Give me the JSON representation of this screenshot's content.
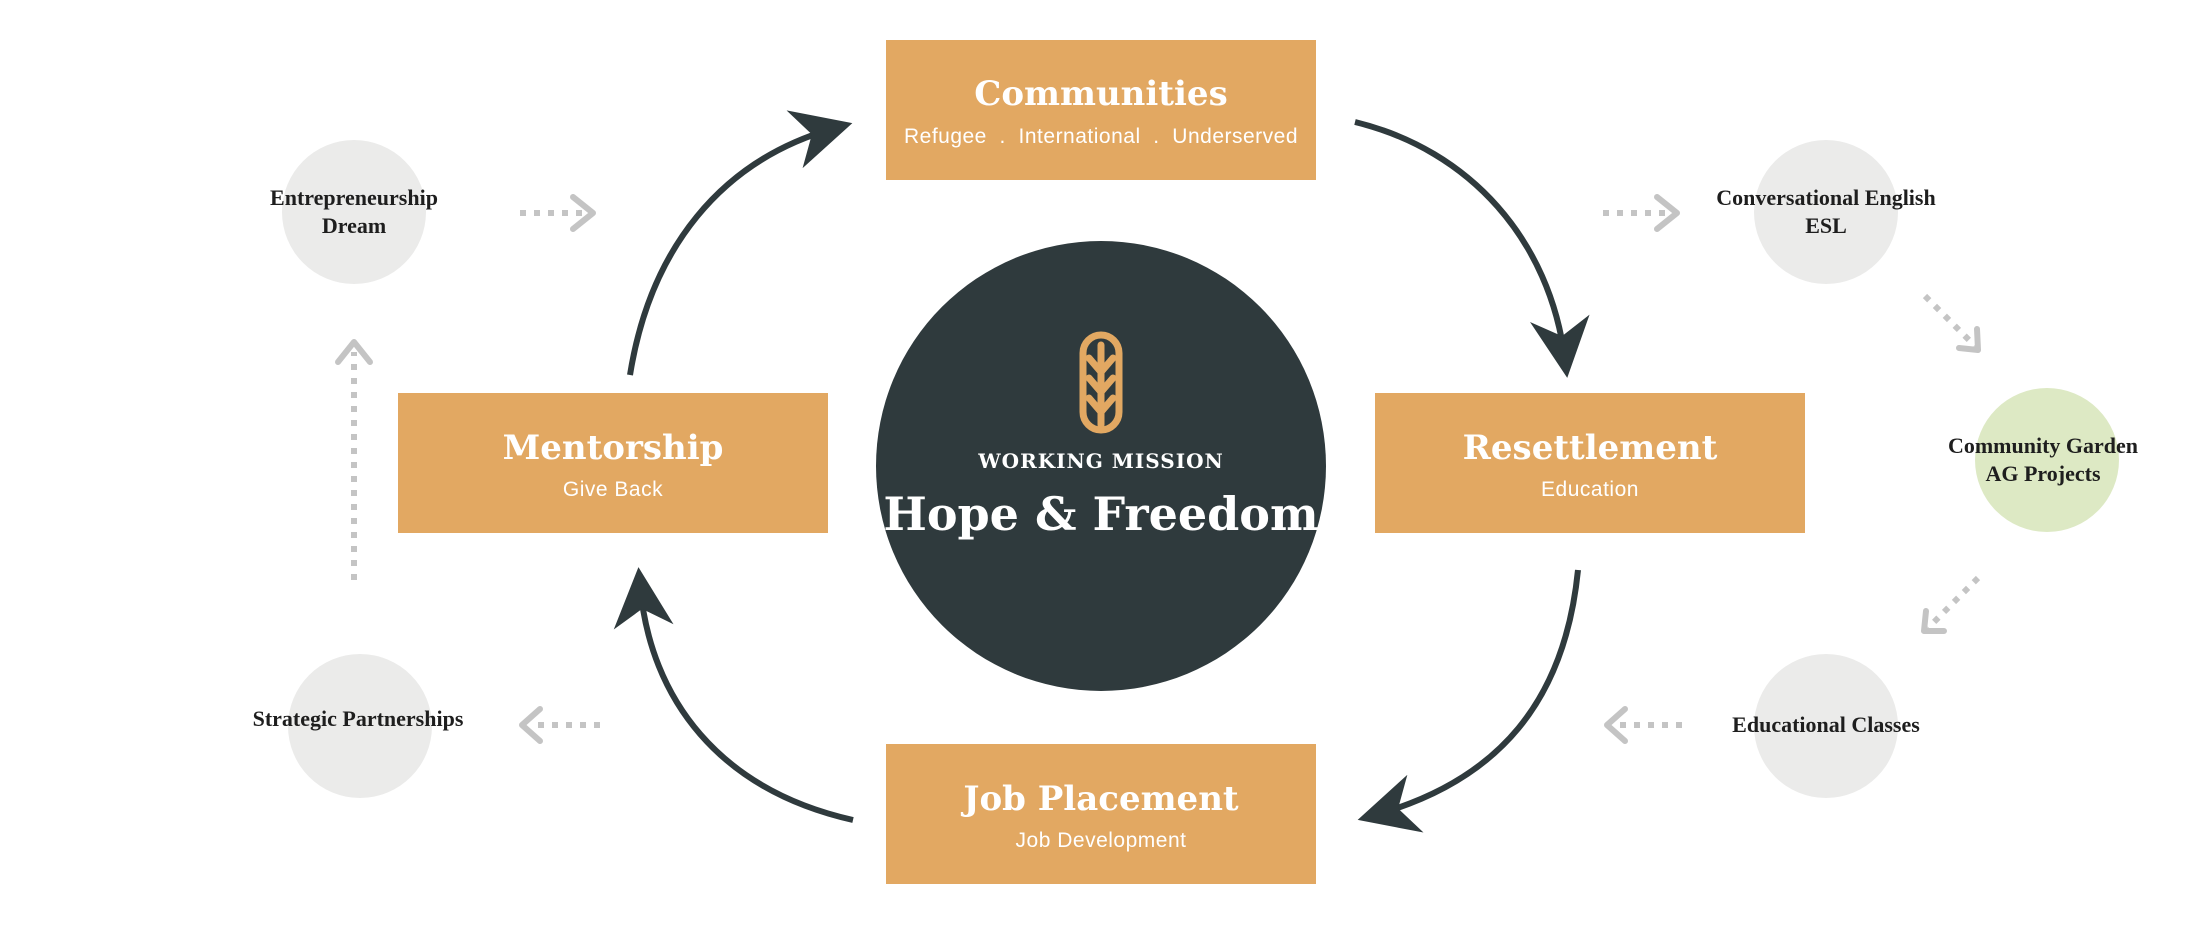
{
  "colors": {
    "box": "#e2a862",
    "center": "#2f3a3d",
    "side_circle": "#ebebea",
    "garden_circle": "#dde9c4",
    "dotted_arrow": "#c4c4c4",
    "cycle_arrow": "#2f3a3d"
  },
  "center": {
    "icon": "wheat-icon",
    "kicker": "WORKING MISSION",
    "title": "Hope & Freedom"
  },
  "cycle": {
    "communities": {
      "title": "Communities",
      "subtitle": "Refugee  .  International  .  Underserved"
    },
    "resettlement": {
      "title": "Resettlement",
      "subtitle": "Education"
    },
    "job_placement": {
      "title": "Job Placement",
      "subtitle": "Job Development"
    },
    "mentorship": {
      "title": "Mentorship",
      "subtitle": "Give Back"
    }
  },
  "side_nodes": {
    "entrepreneurship": {
      "line1": "Entrepreneurship",
      "line2": "Dream"
    },
    "strategic": {
      "line1": "Strategic Partnerships"
    },
    "conversational": {
      "line1": "Conversational English",
      "line2": "ESL"
    },
    "garden": {
      "line1": "Community Garden",
      "line2": "AG Projects"
    },
    "educational": {
      "line1": "Educational Classes"
    }
  }
}
